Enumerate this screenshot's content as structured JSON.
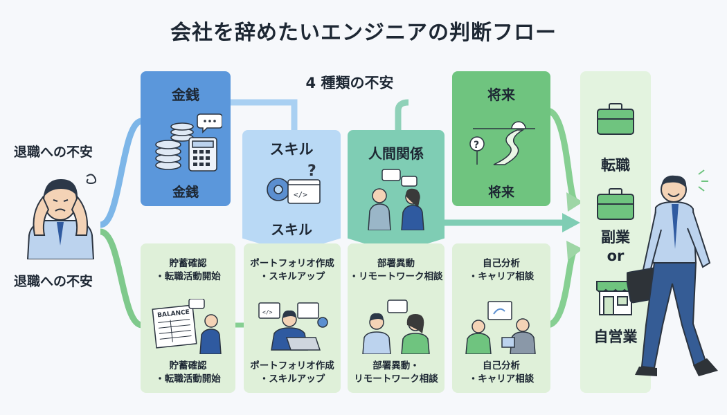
{
  "title": "会社を辞めたいエンジニアの判断フロー",
  "subtitle": "4 種類の不安",
  "left": {
    "top_label": "退職への不安",
    "bottom_label": "退職への不安"
  },
  "concerns": [
    {
      "title": "金銭",
      "sub": "金銭",
      "icon": "coins-calculator-icon"
    },
    {
      "title": "スキル",
      "sub": "スキル",
      "icon": "gear-code-icon"
    },
    {
      "title": "人間関係",
      "sub": "",
      "icon": "people-talking-icon"
    },
    {
      "title": "将来",
      "sub": "将来",
      "icon": "winding-road-icon"
    }
  ],
  "actions": [
    {
      "top": [
        "貯蓄確認",
        "・転職活動開始"
      ],
      "bottom": [
        "貯蓄確認",
        "・転職活動開始"
      ],
      "icon": "balance-sheet-icon",
      "sheet_text": "BALANCE"
    },
    {
      "top": [
        "ポートフォリオ作成",
        "・スキルアップ"
      ],
      "bottom": [
        "ポートフォリオ作成",
        "・スキルアップ"
      ],
      "icon": "laptop-coding-icon"
    },
    {
      "top": [
        "部署異動",
        "・リモートワーク相談"
      ],
      "bottom": [
        "部署異動・",
        "リモートワーク相談"
      ],
      "icon": "colleagues-chat-icon"
    },
    {
      "top": [
        "自己分析",
        "・キャリア相談"
      ],
      "bottom": [
        "自己分析",
        "・キャリア相談"
      ],
      "icon": "career-consult-icon"
    }
  ],
  "results": {
    "r1": "転職",
    "r2": "副業",
    "or": "or",
    "r3": "自営業"
  },
  "colors": {
    "money_blue": "#5b97db",
    "skill_blue": "#b9d9f5",
    "relation_teal": "#7fcdb4",
    "future_green": "#6fc47f",
    "action_green": "#dff0d9",
    "result_panel": "#e3f3df",
    "arrow_blue": "#7db6e8",
    "arrow_green": "#7fc98c"
  }
}
